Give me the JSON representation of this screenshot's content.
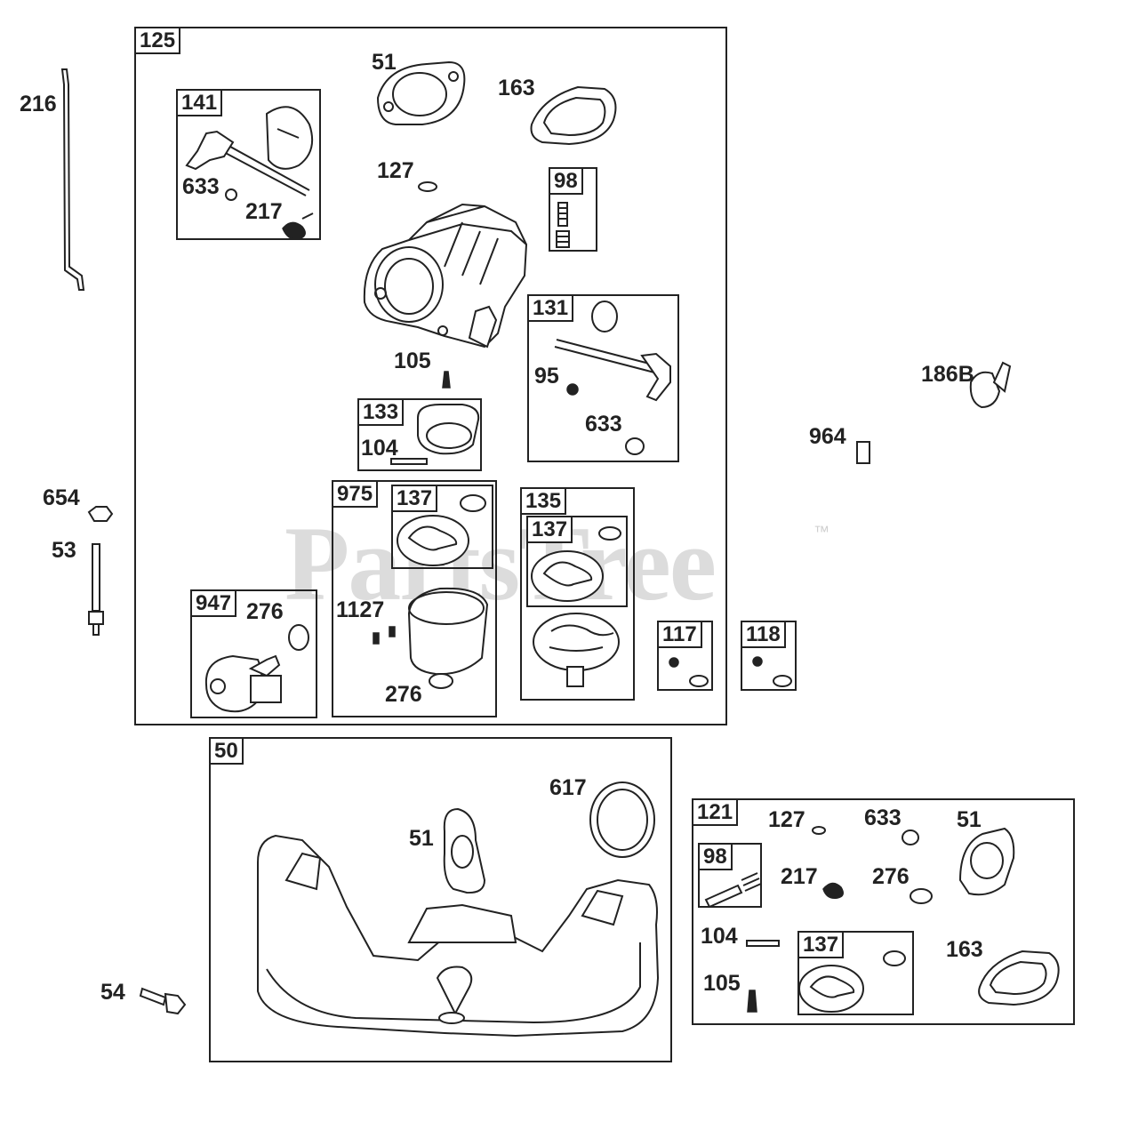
{
  "watermark": {
    "text": "PartsTree",
    "tm": "™"
  },
  "boxes": {
    "b125": "125",
    "b141": "141",
    "b98a": "98",
    "b131": "131",
    "b133": "133",
    "b975": "975",
    "b137a": "137",
    "b135": "135",
    "b137b": "137",
    "b947": "947",
    "b117": "117",
    "b118": "118",
    "b50": "50",
    "b121": "121",
    "b98b": "98",
    "b137c": "137"
  },
  "labels": {
    "l216": "216",
    "l51a": "51",
    "l163a": "163",
    "l633a": "633",
    "l217a": "217",
    "l127a": "127",
    "l105a": "105",
    "l95": "95",
    "l633b": "633",
    "l104a": "104",
    "l654": "654",
    "l53": "53",
    "l186b": "186B",
    "l964": "964",
    "l276a": "276",
    "l1127": "1127",
    "l276b": "276",
    "l617": "617",
    "l51b": "51",
    "l54": "54",
    "l127b": "127",
    "l633c": "633",
    "l51c": "51",
    "l217b": "217",
    "l276c": "276",
    "l104b": "104",
    "l163b": "163",
    "l105b": "105"
  }
}
